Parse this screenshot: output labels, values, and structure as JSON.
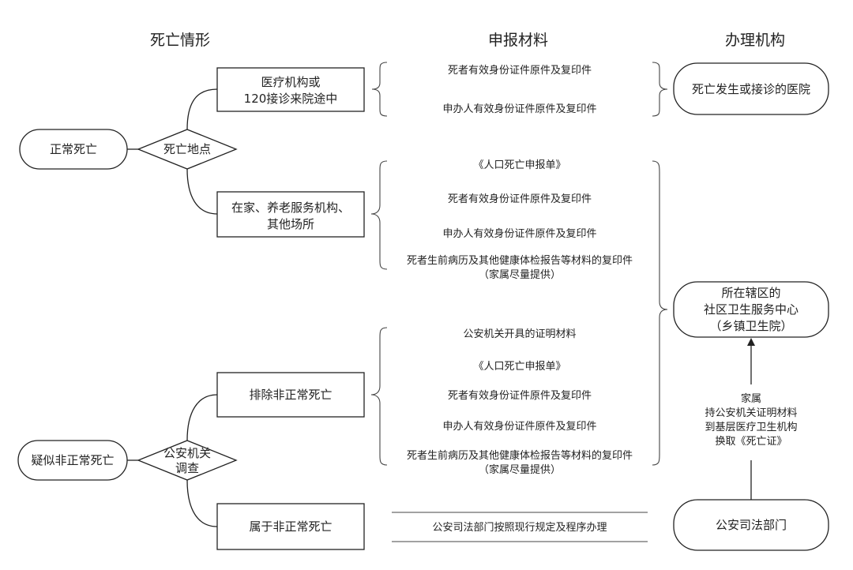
{
  "headers": {
    "situation": "死亡情形",
    "materials": "申报材料",
    "agency": "办理机构"
  },
  "nodes": {
    "normal_death": "正常死亡",
    "death_place": "死亡地点",
    "hospital_line1": "医疗机构或",
    "hospital_line2": "120接诊来院途中",
    "home_line1": "在家、养老服务机构、",
    "home_line2": "其他场所",
    "suspected_abnormal": "疑似非正常死亡",
    "police_line1": "公安机关",
    "police_line2": "调查",
    "exclude_abnormal": "排除非正常死亡",
    "is_abnormal": "属于非正常死亡"
  },
  "materials": {
    "hospital": [
      "死者有效身份证件原件及复印件",
      "申办人有效身份证件原件及复印件"
    ],
    "home": [
      "《人口死亡申报单》",
      "死者有效身份证件原件及复印件",
      "申办人有效身份证件原件及复印件",
      "死者生前病历及其他健康体检报告等材料的复印件",
      "（家属尽量提供）"
    ],
    "exclude": [
      "公安机关开具的证明材料",
      "《人口死亡申报单》",
      "死者有效身份证件原件及复印件",
      "申办人有效身份证件原件及复印件",
      "死者生前病历及其他健康体检报告等材料的复印件",
      "（家属尽量提供）"
    ],
    "abnormal": "公安司法部门按照现行规定及程序办理"
  },
  "agencies": {
    "hospital": "死亡发生或接诊的医院",
    "community_line1": "所在辖区的",
    "community_line2": "社区卫生服务中心",
    "community_line3": "（乡镇卫生院）",
    "police_judicial": "公安司法部门"
  },
  "arrow_note": [
    "家属",
    "持公安机关证明材料",
    "到基层医疗卫生机构",
    "换取《死亡证》"
  ]
}
